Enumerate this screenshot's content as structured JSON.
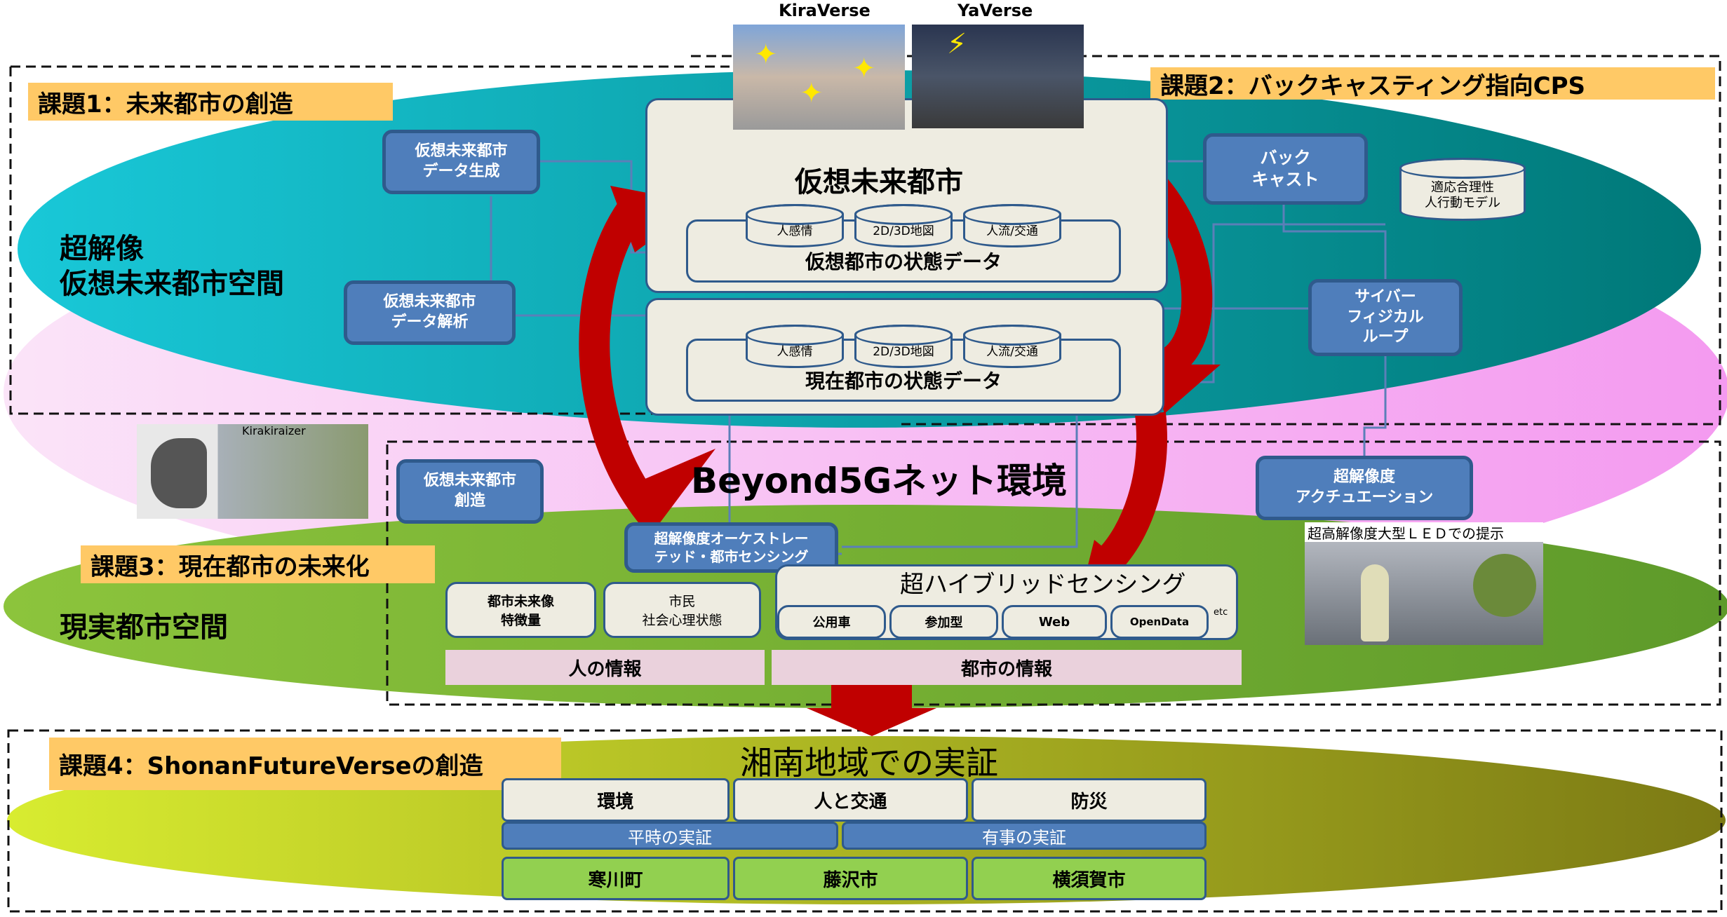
{
  "tasks": {
    "t1": "課題1：未来都市の創造",
    "t2": "課題2：バックキャスティング指向CPS",
    "t3": "課題3：現在都市の未来化",
    "t4": "課題4：ShonanFutureVerseの創造"
  },
  "spaces": {
    "virtual": "超解像\n仮想未来都市空間",
    "real": "現実都市空間"
  },
  "images": {
    "kira": "KiraVerse",
    "ya": "YaVerse",
    "kirakiraizer": "Kirakiraizer",
    "led": "超高解像度大型ＬＥＤでの提示"
  },
  "virtual_city": {
    "title": "仮想未来都市",
    "dbs": [
      "人感情",
      "2D/3D地図",
      "人流/交通"
    ],
    "state": "仮想都市の状態データ"
  },
  "current_city": {
    "dbs": [
      "人感情",
      "2D/3D地図",
      "人流/交通"
    ],
    "state": "現在都市の状態データ"
  },
  "boxes": {
    "gen": "仮想未来都市\nデータ生成",
    "analysis": "仮想未来都市\nデータ解析",
    "create": "仮想未来都市\n創造",
    "backcast": "バック\nキャスト",
    "model": "適応合理性\n人行動モデル",
    "cpl": "サイバー\nフィジカル\nループ",
    "actuation": "超解像度\nアクチュエーション",
    "orchestrated": "超解像度オーケストレー\nテッド・都市センシング"
  },
  "network": "Beyond5Gネット環境",
  "sensing": {
    "feature": "都市未来像\n特徴量",
    "citizen": "市民\n社会心理状態",
    "hybrid": "超ハイブリッドセンシング",
    "items": [
      "公用車",
      "参加型",
      "Web",
      "OpenData"
    ],
    "etc": "etc"
  },
  "info": {
    "people": "人の情報",
    "city": "都市の情報"
  },
  "shonan": {
    "title": "湘南地域での実証",
    "themes": [
      "環境",
      "人と交通",
      "防災"
    ],
    "modes": [
      "平時の実証",
      "有事の実証"
    ],
    "cities": [
      "寒川町",
      "藤沢市",
      "横須賀市"
    ]
  },
  "colors": {
    "task": "#FFC966",
    "box": "#4F7EBB",
    "arrow": "#C00000"
  }
}
